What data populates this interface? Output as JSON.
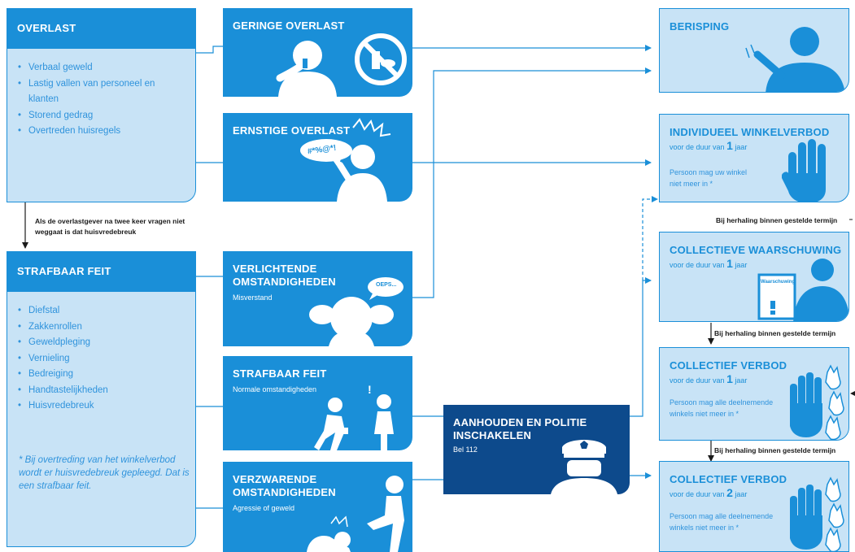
{
  "overlast": {
    "title": "OVERLAST",
    "items": [
      "Verbaal geweld",
      "Lastig vallen van personeel en klanten",
      "Storend gedrag",
      "Overtreden huisregels"
    ]
  },
  "transition_note": "Als de overlastgever na twee keer vragen niet weggaat is dat huisvredebreuk",
  "strafbaar_left": {
    "title": "STRAFBAAR FEIT",
    "items": [
      "Diefstal",
      "Zakkenrollen",
      "Geweldpleging",
      "Vernieling",
      "Bedreiging",
      "Handtastelijkheden",
      "Huisvredebreuk"
    ],
    "footnote": "*  Bij overtreding van het winkelverbod wordt er huisvredebreuk gepleegd. Dat is een strafbaar feit."
  },
  "situations": {
    "geringe": {
      "title": "GERINGE OVERLAST"
    },
    "ernstige": {
      "title": "ERNSTIGE OVERLAST",
      "speech": "#*%@*!"
    },
    "verlichtende": {
      "title": "VERLICHTENDE OMSTANDIGHEDEN",
      "subtitle": "Misverstand",
      "speech": "OEPS..."
    },
    "strafbaar": {
      "title": "STRAFBAAR FEIT",
      "subtitle": "Normale omstandigheden"
    },
    "verzwarende": {
      "title": "VERZWARENDE OMSTANDIGHEDEN",
      "subtitle": "Agressie of geweld"
    }
  },
  "politie": {
    "title": "AANHOUDEN EN POLITIE INSCHAKELEN",
    "subtitle": "Bel 112"
  },
  "measures": {
    "berisping": {
      "title": "BERISPING"
    },
    "individueel": {
      "title": "INDIVIDUEEL WINKELVERBOD",
      "duration_pre": "voor de duur van",
      "duration_num": "1",
      "duration_unit": "jaar",
      "desc": "Persoon mag uw winkel niet meer in *"
    },
    "waarschuwing": {
      "title": "COLLECTIEVE WAARSCHUWING",
      "duration_pre": "voor de duur van",
      "duration_num": "1",
      "duration_unit": "jaar",
      "sign_label": "Waarschuwing"
    },
    "verbod1": {
      "title": "COLLECTIEF VERBOD",
      "duration_pre": "voor de duur van",
      "duration_num": "1",
      "duration_unit": "jaar",
      "desc": "Persoon mag alle deelnemende winkels niet meer in *"
    },
    "verbod2": {
      "title": "COLLECTIEF VERBOD",
      "duration_pre": "voor de duur van",
      "duration_num": "2",
      "duration_unit": "jaar",
      "desc": "Persoon mag alle deelnemende winkels niet meer in *"
    }
  },
  "repeat_label": "Bij herhaling binnen gestelde termijn",
  "colors": {
    "primary": "#1a8fd8",
    "light": "#c8e3f6",
    "dark": "#0d4a8c",
    "text": "#2f93dc"
  }
}
